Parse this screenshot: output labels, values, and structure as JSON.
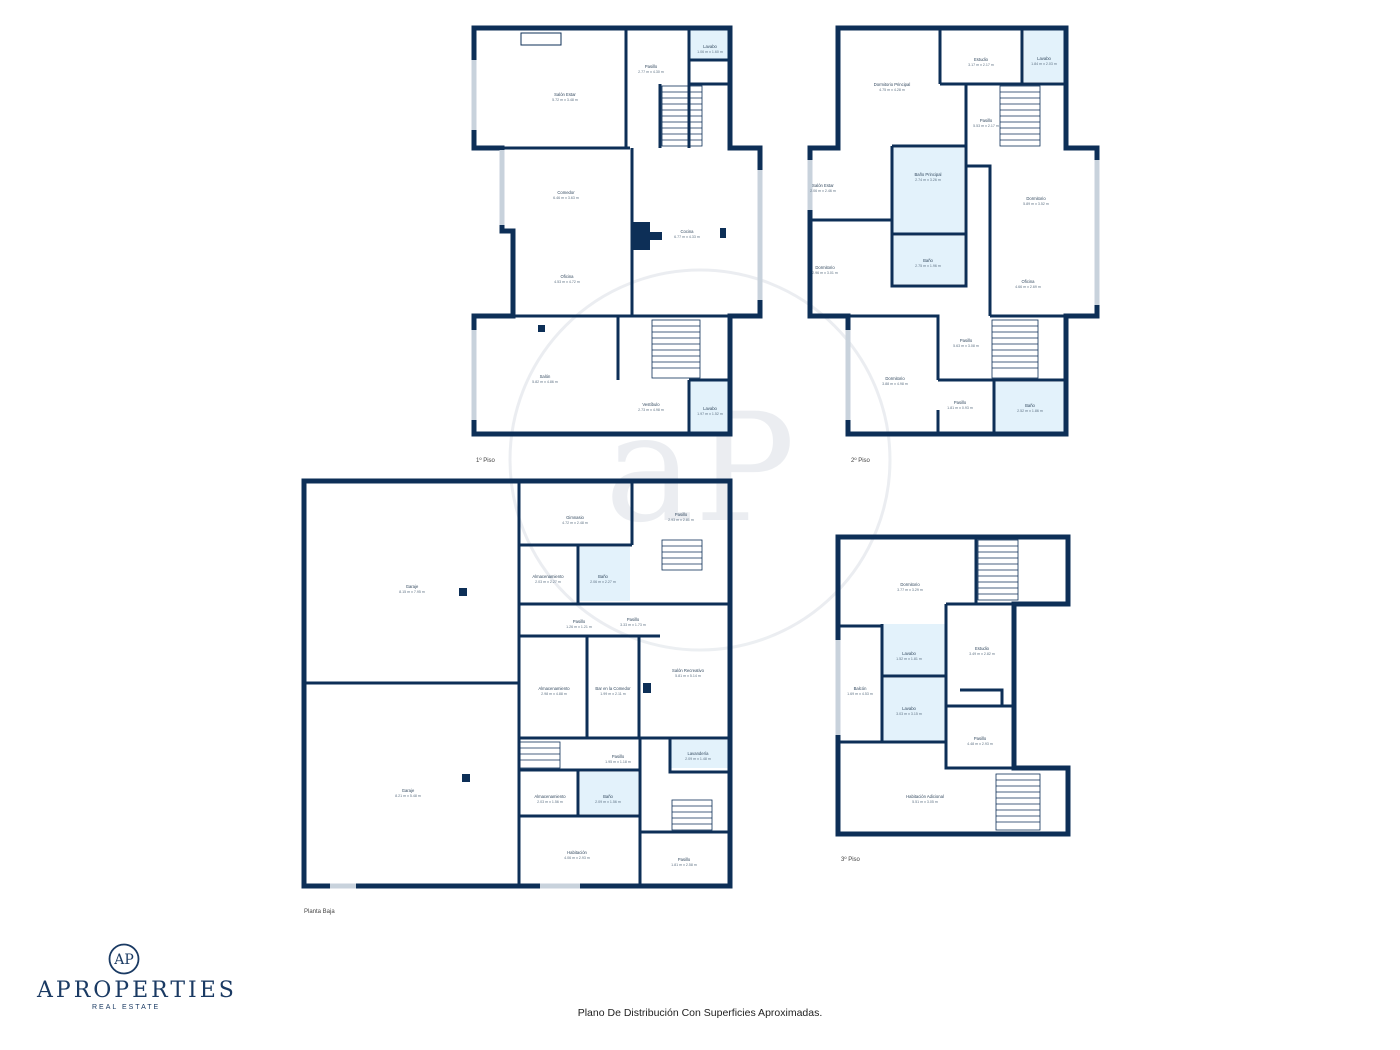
{
  "floors": {
    "first": {
      "label": "1º Piso",
      "rooms": [
        {
          "name": "Salón Estar",
          "dims": "5.72 m x 3.48 m"
        },
        {
          "name": "Pasillo",
          "dims": "2.77 m x 4.30 m"
        },
        {
          "name": "Lavabo",
          "dims": "1.06 m x 1.60 m"
        },
        {
          "name": "Comedor",
          "dims": "6.46 m x 3.63 m"
        },
        {
          "name": "Cocina",
          "dims": "6.77 m x 4.33 m"
        },
        {
          "name": "Oficina",
          "dims": "4.53 m x 4.72 m"
        },
        {
          "name": "Salón",
          "dims": "5.82 m x 4.86 m"
        },
        {
          "name": "Vestíbulo",
          "dims": "2.73 m x 4.98 m"
        },
        {
          "name": "Lavabo",
          "dims": "1.97 m x 1.52 m"
        }
      ]
    },
    "second": {
      "label": "2º Piso",
      "rooms": [
        {
          "name": "Dormitorio Principal",
          "dims": "4.75 m x 4.28 m"
        },
        {
          "name": "Estudio",
          "dims": "3.17 m x 2.17 m"
        },
        {
          "name": "Lavabo",
          "dims": "1.84 m x 2.03 m"
        },
        {
          "name": "Pasillo",
          "dims": "5.53 m x 2.17 m"
        },
        {
          "name": "Salón Estar",
          "dims": "2.06 m x 2.46 m"
        },
        {
          "name": "Baño Principal",
          "dims": "2.74 m x 3.26 m"
        },
        {
          "name": "Dormitorio",
          "dims": "5.89 m x 3.52 m"
        },
        {
          "name": "Dormitorio",
          "dims": "2.96 m x 3.01 m"
        },
        {
          "name": "Baño",
          "dims": "2.75 m x 1.96 m"
        },
        {
          "name": "Oficina",
          "dims": "4.66 m x 2.69 m"
        },
        {
          "name": "Dormitorio",
          "dims": "3.88 m x 4.98 m"
        },
        {
          "name": "Pasillo",
          "dims": "5.63 m x 3.08 m"
        },
        {
          "name": "Pasillo",
          "dims": "1.81 m x 0.93 m"
        },
        {
          "name": "Baño",
          "dims": "2.52 m x 1.86 m"
        }
      ]
    },
    "ground": {
      "label": "Planta Baja",
      "rooms": [
        {
          "name": "Garaje",
          "dims": "8.15 m x 7.95 m"
        },
        {
          "name": "Garaje",
          "dims": "8.21 m x 5.48 m"
        },
        {
          "name": "Gimnasio",
          "dims": "4.72 m x 2.48 m"
        },
        {
          "name": "Pasillo",
          "dims": "2.93 m x 2.81 m"
        },
        {
          "name": "Almacenamiento",
          "dims": "2.03 m x 2.27 m"
        },
        {
          "name": "Baño",
          "dims": "2.06 m x 2.27 m"
        },
        {
          "name": "Pasillo",
          "dims": "1.26 m x 1.21 m"
        },
        {
          "name": "Pasillo",
          "dims": "3.33 m x 1.73 m"
        },
        {
          "name": "Almacenamiento",
          "dims": "2.98 m x 4.88 m"
        },
        {
          "name": "Bar en la Comedor",
          "dims": "1.99 m x 2.11 m"
        },
        {
          "name": "Salón Recreativo",
          "dims": "5.81 m x 5.14 m"
        },
        {
          "name": "Pasillo",
          "dims": "1.95 m x 1.18 m"
        },
        {
          "name": "Lavandería",
          "dims": "2.09 m x 1.48 m"
        },
        {
          "name": "Almacenamiento",
          "dims": "2.03 m x 1.56 m"
        },
        {
          "name": "Baño",
          "dims": "2.09 m x 1.56 m"
        },
        {
          "name": "Habitación",
          "dims": "4.06 m x 2.93 m"
        },
        {
          "name": "Pasillo",
          "dims": "1.81 m x 2.58 m"
        }
      ]
    },
    "third": {
      "label": "3º Piso",
      "rooms": [
        {
          "name": "Dormitorio",
          "dims": "3.77 m x 3.29 m"
        },
        {
          "name": "Estudio",
          "dims": "3.49 m x 2.82 m"
        },
        {
          "name": "Lavabo",
          "dims": "1.52 m x 1.81 m"
        },
        {
          "name": "Balcón",
          "dims": "1.69 m x 4.53 m"
        },
        {
          "name": "Lavabo",
          "dims": "3.03 m x 3.15 m"
        },
        {
          "name": "Pasillo",
          "dims": "4.48 m x 2.93 m"
        },
        {
          "name": "Habitación Adicional",
          "dims": "5.51 m x 3.05 m"
        }
      ]
    }
  },
  "brand": {
    "name": "APROPERTIES",
    "tagline": "REAL ESTATE",
    "logo_text": "AP"
  },
  "caption": "Plano De Distribución Con Superficies Aproximadas.",
  "colors": {
    "wall": "#0d2f57",
    "bathroom_fill": "#e3f2fb",
    "brand": "#1a3a63"
  }
}
